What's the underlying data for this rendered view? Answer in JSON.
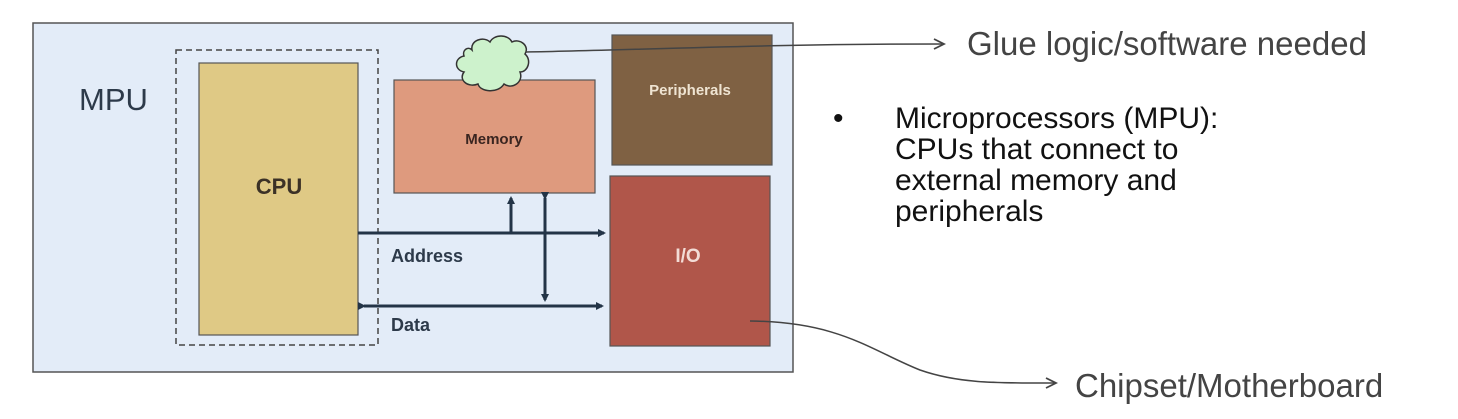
{
  "diagram": {
    "mpu_label": "MPU",
    "blocks": {
      "cpu": "CPU",
      "memory": "Memory",
      "peripherals": "Peripherals",
      "io": "I/O"
    },
    "buses": {
      "address": "Address",
      "data": "Data"
    },
    "colors": {
      "background": "#e3ecf8",
      "cpu": "#dfc985",
      "memory": "#de9a7e",
      "peripherals": "#7f6143",
      "io": "#b0564a",
      "cloud": "#cdf2cc",
      "bus": "#233447"
    }
  },
  "annotations": {
    "glue": "Glue logic/software needed",
    "chipset": "Chipset/Motherboard"
  },
  "bullets": [
    {
      "marker": "•",
      "text": "Microprocessors (MPU): CPUs that connect to external memory and peripherals"
    }
  ]
}
